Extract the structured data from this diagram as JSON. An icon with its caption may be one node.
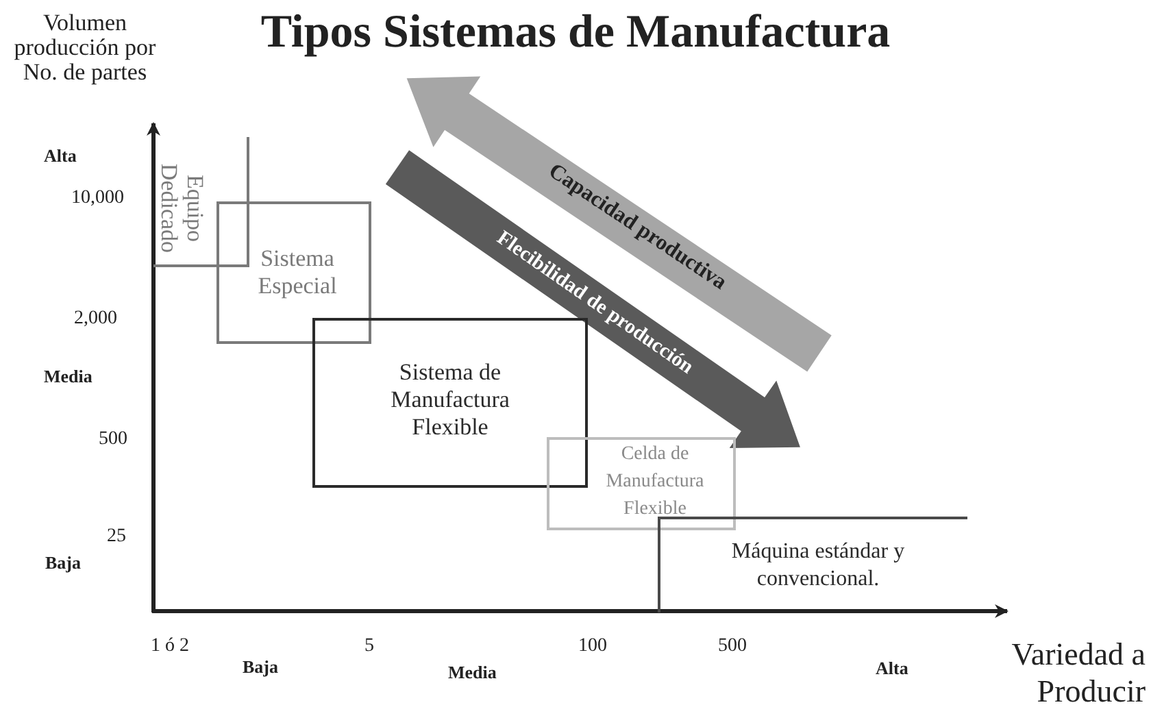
{
  "diagram": {
    "title": "Tipos Sistemas de Manufactura",
    "nodes": [
      {
        "text": [
          "Equipo Dedicado"
        ]
      },
      {
        "text": [
          "Sistema Especial"
        ]
      },
      {
        "text": [
          "Sistema de Manufactura Flexible"
        ]
      },
      {
        "text": [
          "Celda de Manufactura Flexible"
        ]
      },
      {
        "text": [
          "Máquina estándar y convencional."
        ]
      }
    ],
    "labels": [
      "Volumen producción por No. de partes",
      "Alta",
      "10,000",
      "2,000",
      "Media",
      "500",
      "25",
      "Baja",
      "Capacidad productiva",
      "Flecibilidad de producción",
      "1 ó 2",
      "Baja",
      "5",
      "Media",
      "100",
      "500",
      "Alta",
      "Variedad a Producir"
    ]
  }
}
